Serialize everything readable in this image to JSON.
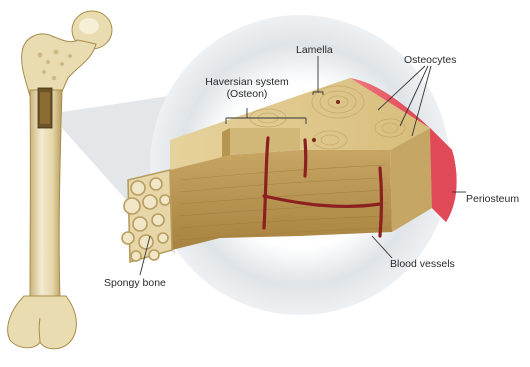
{
  "labels": {
    "lamella": "Lamella",
    "haversian_line1": "Haversian system",
    "haversian_line2": "(Osteon)",
    "osteocytes": "Osteocytes",
    "periosteum": "Periosteum",
    "spongy_bone": "Spongy bone",
    "blood_vessels": "Blood vessels"
  },
  "colors": {
    "bone_light": "#efe4bd",
    "bone_mid": "#d9c48a",
    "bone_dark": "#a88b4a",
    "block_top": "#dfc98f",
    "block_front": "#b8944f",
    "block_side": "#cdb071",
    "periosteum": "#e0394a",
    "vessel": "#8c1f1f",
    "halo": "#d7dde2",
    "label_text": "#2a2a2a",
    "pointer": "#333333"
  }
}
